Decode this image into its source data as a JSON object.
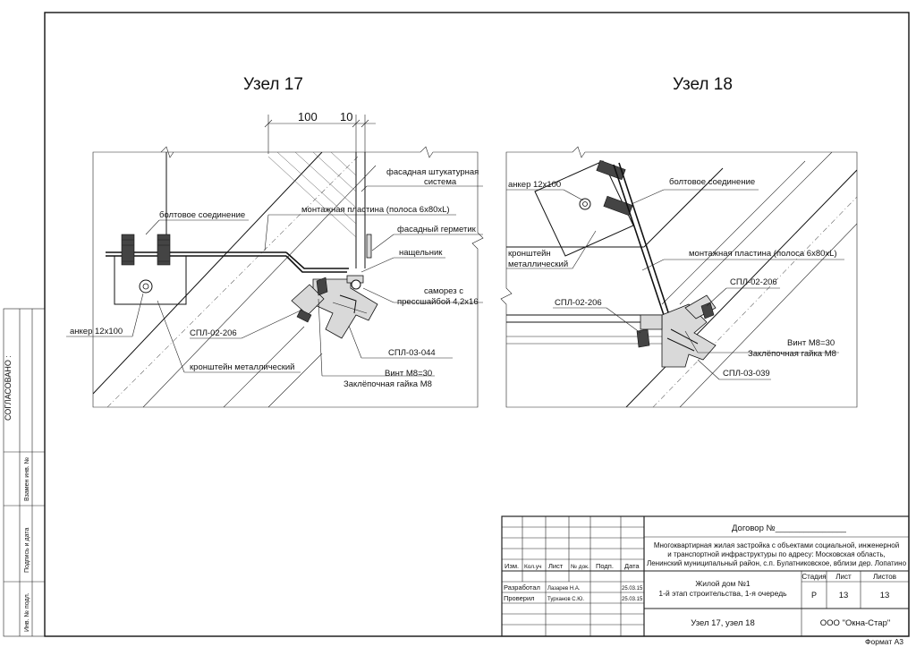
{
  "sheet": {
    "format_label": "Формат А3",
    "approval_label": "СОГЛАСОВАНО :",
    "side_stamp": [
      "Взамен инв. №",
      "Подпись и дата",
      "Инв. № подл."
    ]
  },
  "node17": {
    "title": "Узел 17",
    "dim_a": "100",
    "dim_b": "10",
    "labels": {
      "facade_system_1": "фасадная штукатурная",
      "facade_system_2": "система",
      "bolt": "болтовое соединение",
      "plate": "монтажная пластина (полоса 6х80хL)",
      "sealant": "фасадный герметик",
      "cover": "нащельник",
      "screw_1": "саморез с",
      "screw_2": "прессшайбой 4,2х16",
      "anchor": "анкер 12х100",
      "spl206": "СПЛ-02-206",
      "spl044": "СПЛ-03-044",
      "bracket": "кронштейн металлический",
      "screw_m8": "Винт М8=30",
      "nut_m8": "Заклёпочная гайка М8"
    }
  },
  "node18": {
    "title": "Узел 18",
    "labels": {
      "anchor": "анкер 12х100",
      "bolt": "болтовое соединение",
      "bracket_1": "кронштейн",
      "bracket_2": "металлический",
      "plate": "монтажная пластина (полоса 6х80хL)",
      "spl206_a": "СПЛ-02-206",
      "spl206_b": "СПЛ-02-206",
      "screw_m8": "Винт М8=30",
      "nut_m8": "Заклёпочная гайка М8",
      "spl039": "СПЛ-03-039"
    }
  },
  "title_block": {
    "contract": "Договор №_______________",
    "project_1": "Многоквартирная жилая застройка с объектами социальной, инженерной",
    "project_2": "и транспортной инфраструктуры по адресу: Московская область,",
    "project_3": "Ленинский муниципальный район, с.п. Булатниковское, вблизи дер. Лопатино",
    "headers": {
      "izm": "Изм.",
      "kol": "Кол.уч",
      "list": "Лист",
      "ndok": "№ док.",
      "podp": "Подп.",
      "data": "Дата"
    },
    "rows": [
      {
        "role": "Разработал",
        "name": "Лазарев Н.А.",
        "date": "25.03.15"
      },
      {
        "role": "Проверил",
        "name": "Турханов С.Ю.",
        "date": "25.03.15"
      }
    ],
    "object_1": "Жилой дом №1",
    "object_2": "1-й этап строительства, 1-я очередь",
    "stage_header": "Стадия",
    "sheet_header": "Лист",
    "sheets_header": "Листов",
    "stage": "Р",
    "sheet_no": "13",
    "sheets_total": "13",
    "drawing_title": "Узел 17, узел 18",
    "company": "ООО \"Окна-Стар\""
  }
}
